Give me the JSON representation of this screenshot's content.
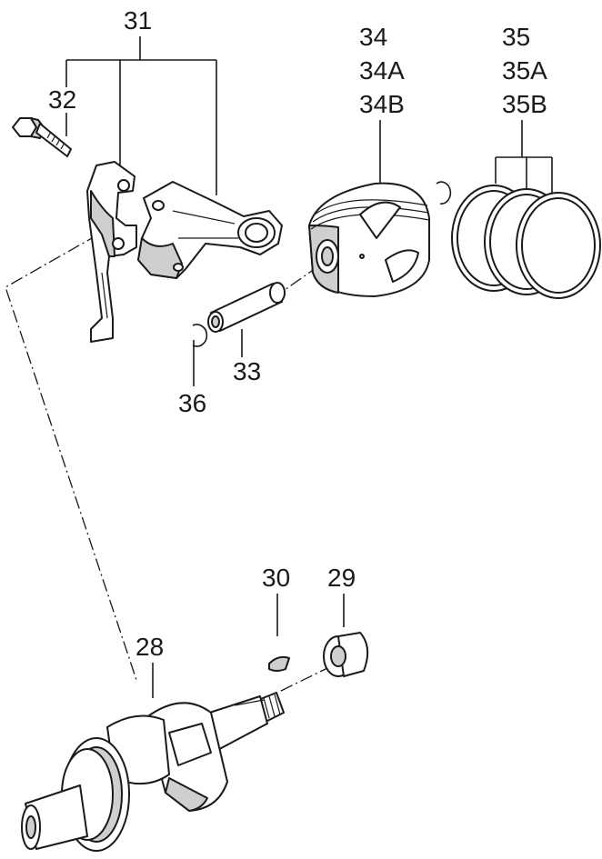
{
  "callouts": {
    "c31": "31",
    "c32": "32",
    "c34": "34",
    "c34a": "34A",
    "c34b": "34B",
    "c35": "35",
    "c35a": "35A",
    "c35b": "35B",
    "c33": "33",
    "c36": "36",
    "c30": "30",
    "c29": "29",
    "c28": "28"
  },
  "parts": {
    "p28": "crankshaft",
    "p29": "nut",
    "p30": "key",
    "p31": "connecting rod assembly",
    "p32": "bolt",
    "p33": "piston pin",
    "p34": "piston",
    "p35": "piston rings",
    "p36": "clip"
  }
}
